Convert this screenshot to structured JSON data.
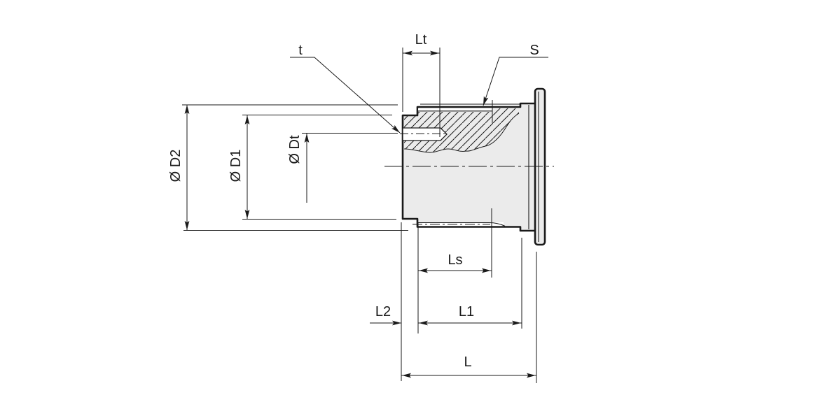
{
  "drawing": {
    "type": "engineering cross-section of flanged hub with keyway and slit",
    "labels": {
      "t": "t",
      "lt": "Lt",
      "s": "S",
      "d2": "Ø D2",
      "d1": "Ø D1",
      "dt": "Ø Dt",
      "ls": "Ls",
      "l2": "L2",
      "l1": "L1",
      "l": "L"
    },
    "colors": {
      "line": "#1a1a1a",
      "body_fill": "#ebebeb",
      "background": "#ffffff"
    }
  }
}
